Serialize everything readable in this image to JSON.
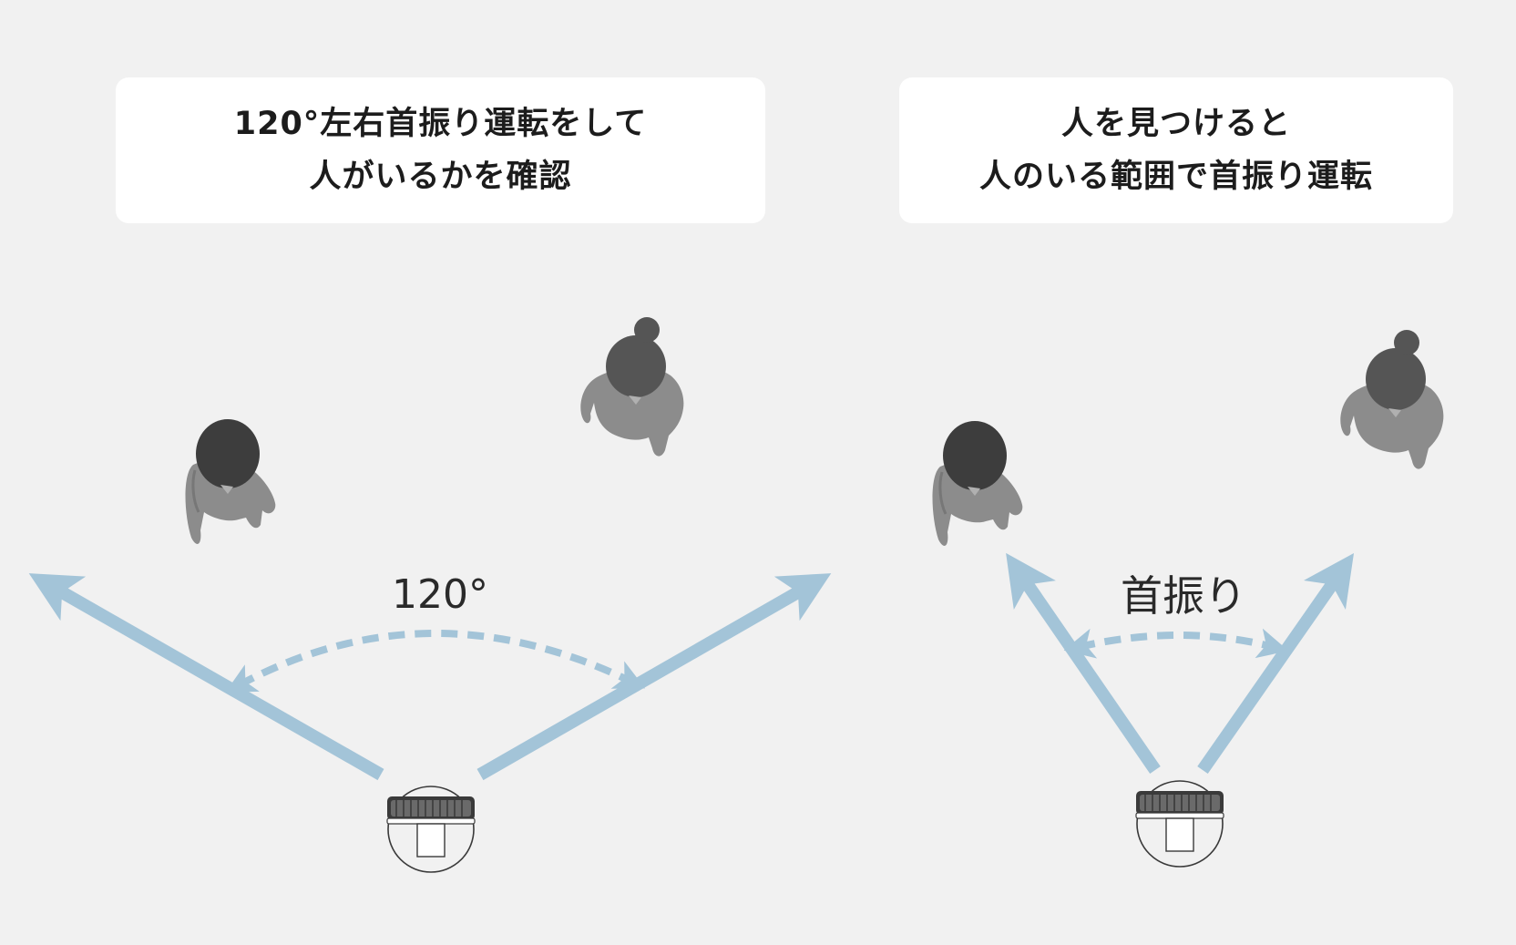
{
  "panels": {
    "left": {
      "caption_line1": "120°左右首振り運転をして",
      "caption_line2": "人がいるかを確認",
      "sweep_label": "120°"
    },
    "right": {
      "caption_line1": "人を見つけると",
      "caption_line2": "人のいる範囲で首振り運転",
      "sweep_label": "首振り"
    }
  },
  "colors": {
    "background": "#f1f1f1",
    "caption_box": "#ffffff",
    "arrow": "#a3c4d8",
    "person_body": "#8c8c8c",
    "person_head": "#555555",
    "person_head_dark": "#3d3d3d"
  },
  "icons": [
    "person-topview-icon",
    "fan-topview-icon",
    "arrow-icon",
    "dashed-arc-arrow-icon"
  ]
}
